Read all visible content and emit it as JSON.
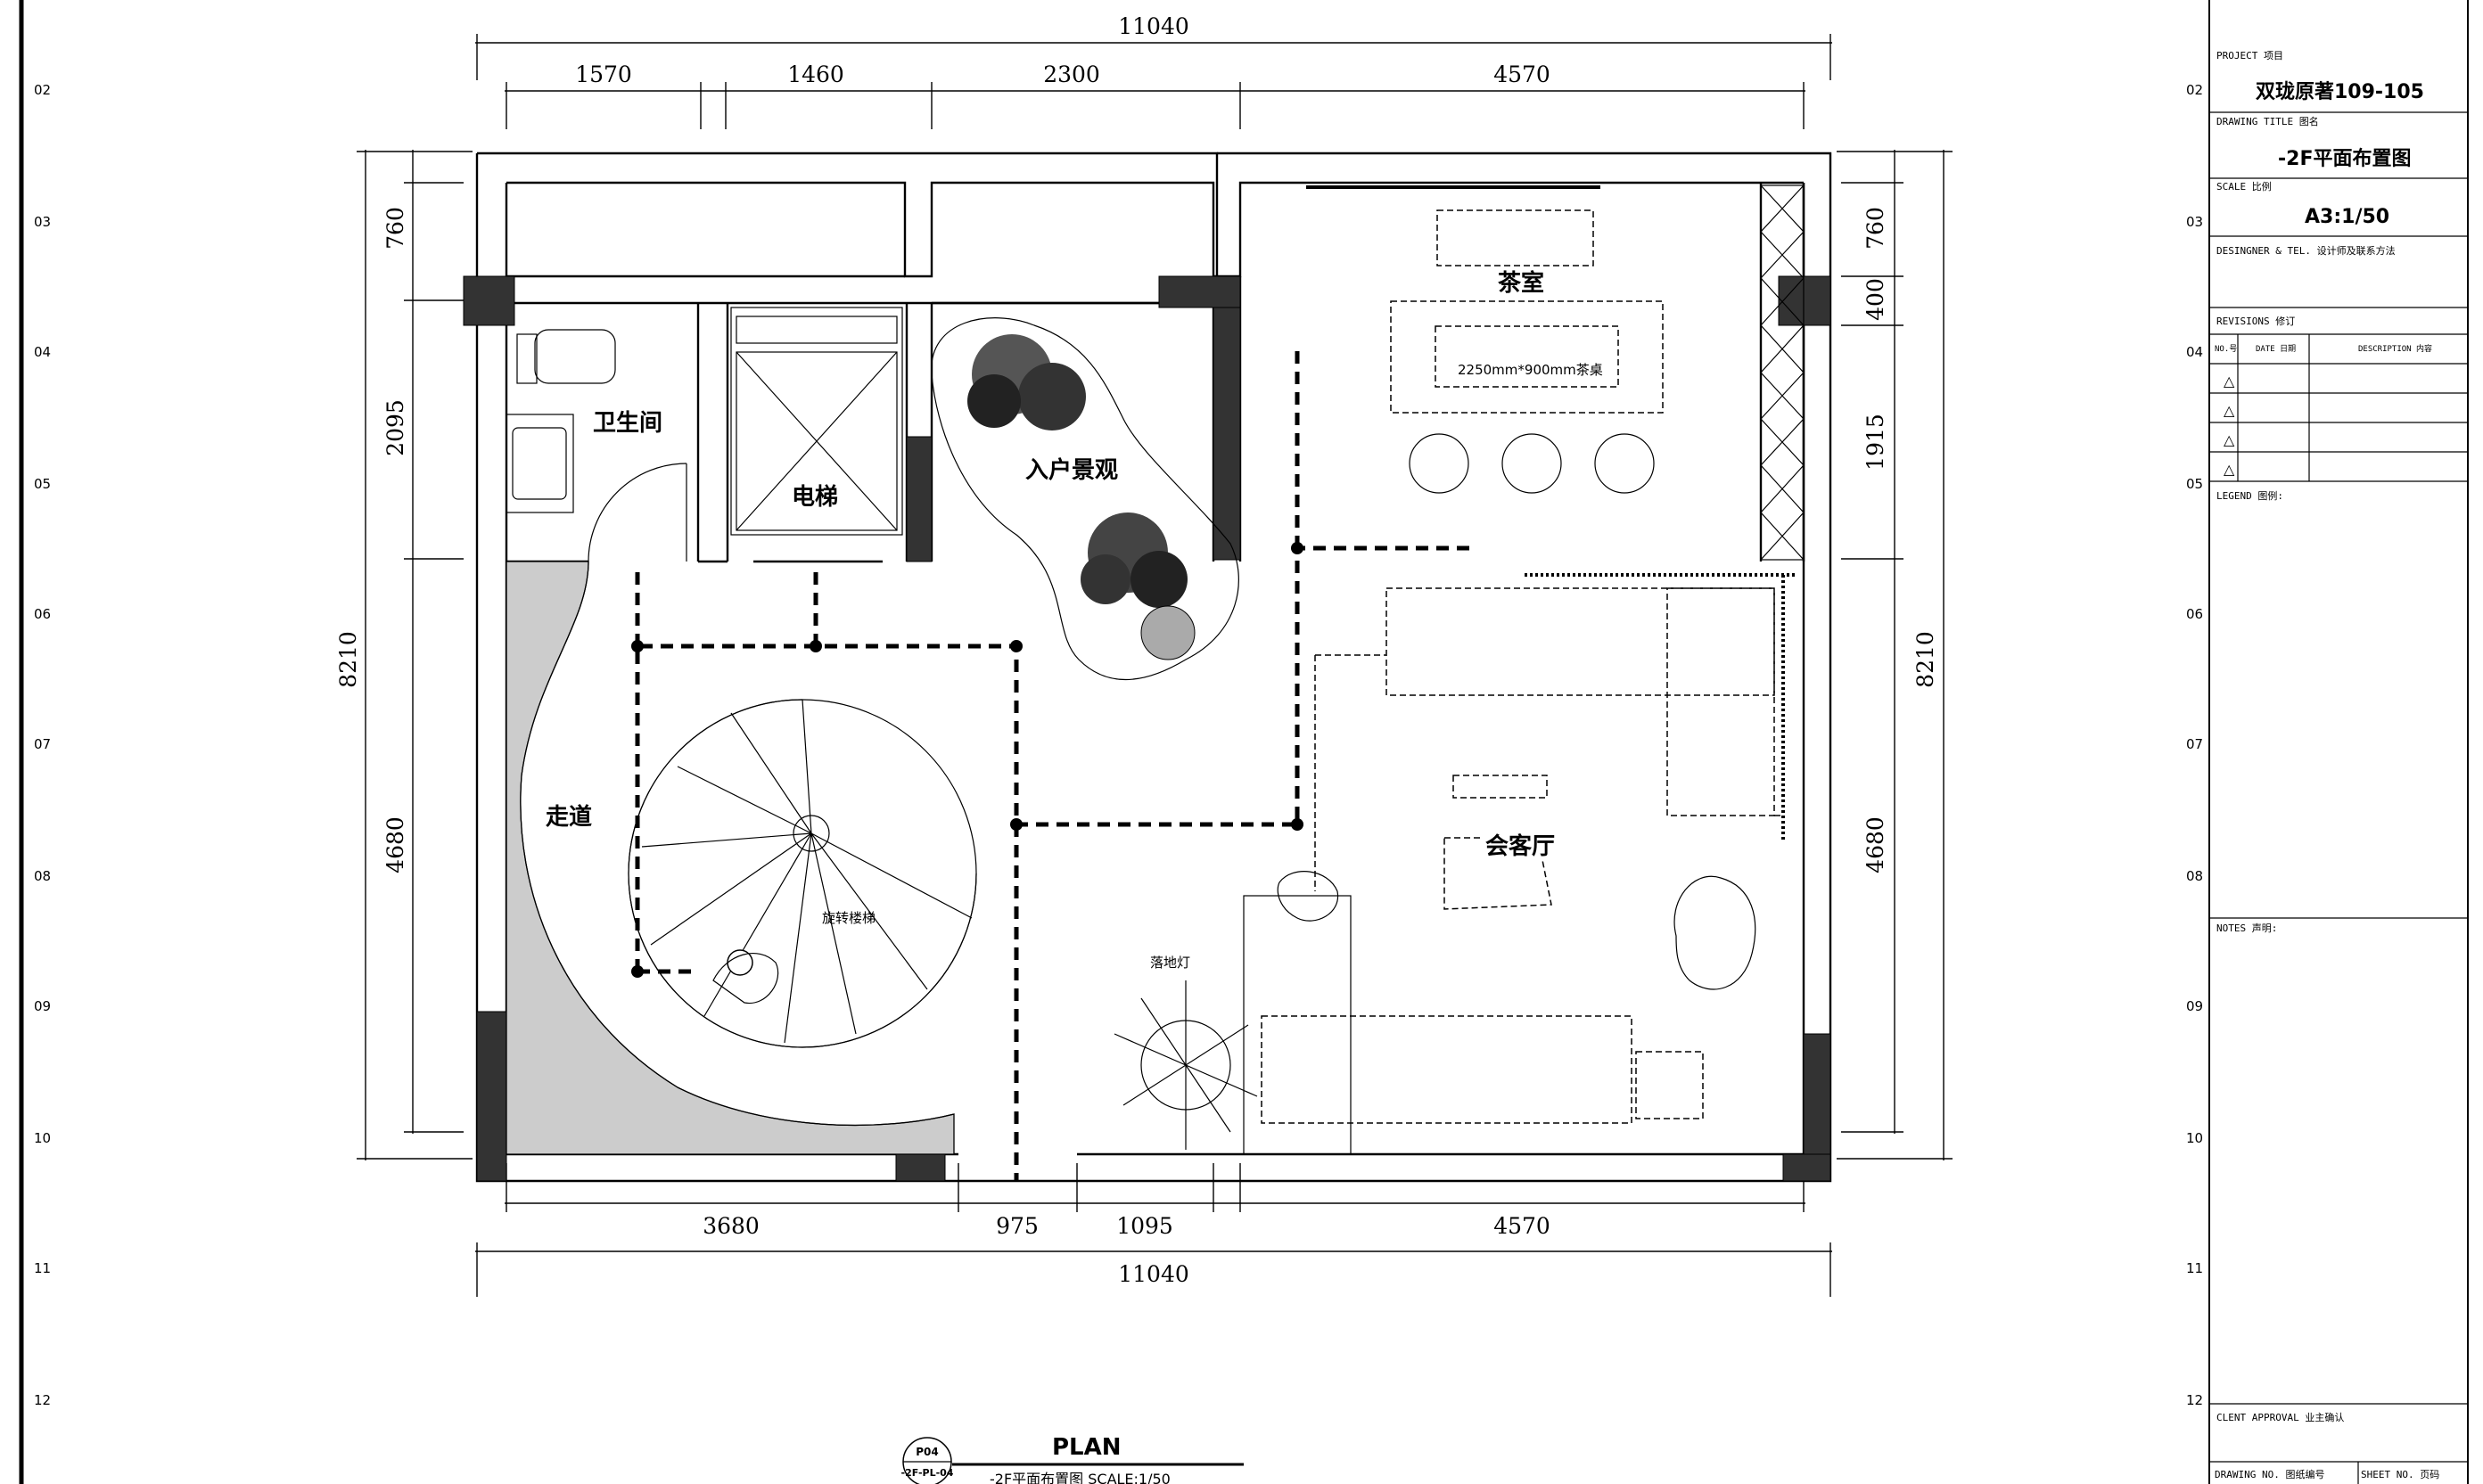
{
  "dimensions": {
    "total_top": "11040",
    "top_segments": [
      "1570",
      "1460",
      "2300",
      "4570"
    ],
    "total_bottom": "11040",
    "bottom_segments": [
      "3680",
      "975",
      "1095",
      "4570"
    ],
    "left_total": "8210",
    "left_segments": [
      "760",
      "2095",
      "4680"
    ],
    "right_total": "8210",
    "right_segments": [
      "760",
      "400",
      "1915",
      "4680"
    ]
  },
  "rooms": {
    "bathroom": "卫生间",
    "elevator": "电梯",
    "entry_landscape": "入户景观",
    "tea_room": "茶室",
    "tea_table": "2250mm*900mm茶桌",
    "corridor": "走道",
    "spiral_stair": "旋转楼梯",
    "floor_lamp": "落地灯",
    "reception": "会客厅"
  },
  "grid_numbers": [
    "02",
    "03",
    "04",
    "05",
    "06",
    "07",
    "08",
    "09",
    "10",
    "11",
    "12"
  ],
  "title_block": {
    "project_label": "PROJECT 项目",
    "project_name": "双珑原著109-105",
    "drawing_title_label": "DRAWING TITLE 图名",
    "drawing_title": "-2F平面布置图",
    "scale_label": "SCALE 比例",
    "scale": "A3:1/50",
    "designer_label": "DESINGNER & TEL. 设计师及联系方法",
    "revisions_label": "REVISIONS 修订",
    "rev_headers": [
      "NO.号",
      "DATE 日期",
      "DESCRIPTION 内容"
    ],
    "legend_label": "LEGEND 图例:",
    "notes_label": "NOTES 声明:",
    "client_approval_label": "CLENT APPROVAL 业主确认",
    "drawing_no_label": "DRAWING NO. 图纸编号",
    "sheet_no_label": "SHEET NO. 页码"
  },
  "footer": {
    "plan_title": "PLAN",
    "badge_top": "P04",
    "badge_bottom": "-2F-PL-04",
    "caption": "-2F平面布置图   SCALE:1/50"
  }
}
